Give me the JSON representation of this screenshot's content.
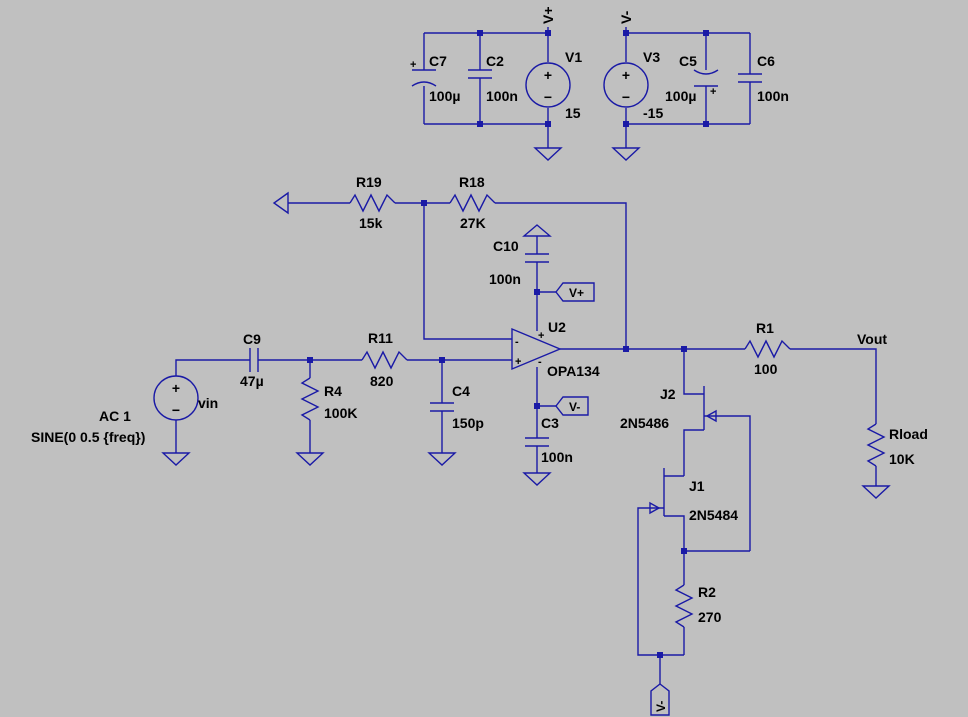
{
  "components": {
    "c7": {
      "ref": "C7",
      "value": "100µ"
    },
    "c2": {
      "ref": "C2",
      "value": "100n"
    },
    "v1": {
      "ref": "V1",
      "value": "15"
    },
    "v3": {
      "ref": "V3",
      "value": "-15"
    },
    "c5": {
      "ref": "C5",
      "value": "100µ"
    },
    "c6": {
      "ref": "C6",
      "value": "100n"
    },
    "r19": {
      "ref": "R19",
      "value": "15k"
    },
    "r18": {
      "ref": "R18",
      "value": "27K"
    },
    "c10": {
      "ref": "C10",
      "value": "100n"
    },
    "u2": {
      "ref": "U2",
      "value": "OPA134"
    },
    "c3": {
      "ref": "C3",
      "value": "100n"
    },
    "c9": {
      "ref": "C9",
      "value": "47µ"
    },
    "r11": {
      "ref": "R11",
      "value": "820"
    },
    "r4": {
      "ref": "R4",
      "value": "100K"
    },
    "c4": {
      "ref": "C4",
      "value": "150p"
    },
    "vin": {
      "ref": "vin",
      "ac": "AC 1",
      "sine": "SINE(0 0.5 {freq})"
    },
    "r1": {
      "ref": "R1",
      "value": "100"
    },
    "rload": {
      "ref": "Rload",
      "value": "10K"
    },
    "j2": {
      "ref": "J2",
      "value": "2N5486"
    },
    "j1": {
      "ref": "J1",
      "value": "2N5484"
    },
    "r2": {
      "ref": "R2",
      "value": "270"
    }
  },
  "nets": {
    "vplus": "V+",
    "vminus": "V-",
    "vout": "Vout"
  },
  "symbols": {
    "plus": "+",
    "minus": "−",
    "opamp_minus": "-"
  }
}
